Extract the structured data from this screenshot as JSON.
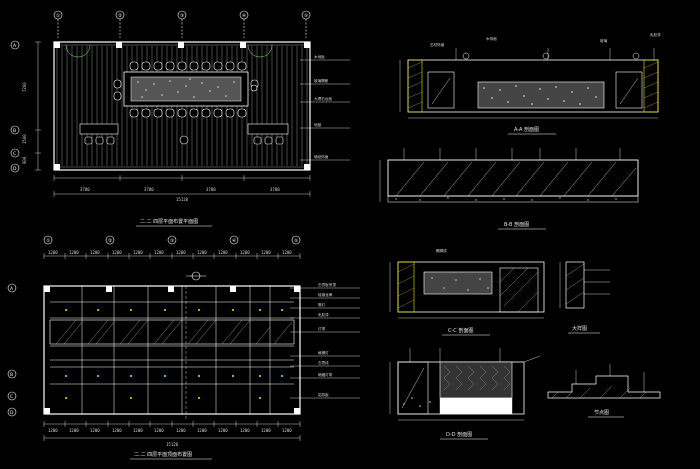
{
  "drawing": {
    "background": "#000000",
    "line_colors": {
      "white": "#ffffff",
      "green": "#7cff6b",
      "yellow": "#f2e600",
      "cyan": "#5ee6ff",
      "red": "#ff4040",
      "magenta": "#ff55ff",
      "grey": "#9a9a9a"
    },
    "plan_title": "二.二 四层平面布置平面图",
    "ceiling_title": "二.二 四层平面顶面布置图",
    "section_titles": [
      "A-A 剖面图",
      "B-B 剖面图",
      "C-C 剖面图",
      "D-D 剖面图",
      "大样图",
      "节点图"
    ],
    "top_axis_labels": [
      "①",
      "②",
      "③",
      "④",
      "⑤"
    ],
    "side_axis_labels": [
      "A",
      "B",
      "C",
      "D"
    ],
    "plan_dims": [
      "3780",
      "3780",
      "3780",
      "3780"
    ],
    "plan_total": "15120",
    "plan_side_dims": [
      "7200",
      "1500",
      "900"
    ],
    "ceiling_dims": [
      "1200",
      "1200",
      "1200",
      "1200",
      "1200",
      "1200",
      "1200",
      "1200",
      "1200",
      "1200",
      "1200",
      "1200"
    ],
    "ceiling_bottom_dims": [
      "1200",
      "1200",
      "1200",
      "1200",
      "1200",
      "1200",
      "1200",
      "1200",
      "1200",
      "1200",
      "1200",
      "1200"
    ],
    "ceiling_total": "15120",
    "plan_notes": [
      "木地板",
      "玻璃隔断",
      "大理石台面",
      "地毯",
      "墙纸饰面"
    ],
    "ceiling_notes": [
      "石膏板吊顶",
      "轻钢龙骨",
      "筒灯",
      "乳胶漆",
      "灯带",
      "格栅灯",
      "石膏线",
      "暗藏灯带",
      "铝扣板"
    ],
    "section_notes": [
      "石材饰面",
      "木饰面",
      "玻璃",
      "乳胶漆",
      "踢脚线"
    ]
  }
}
